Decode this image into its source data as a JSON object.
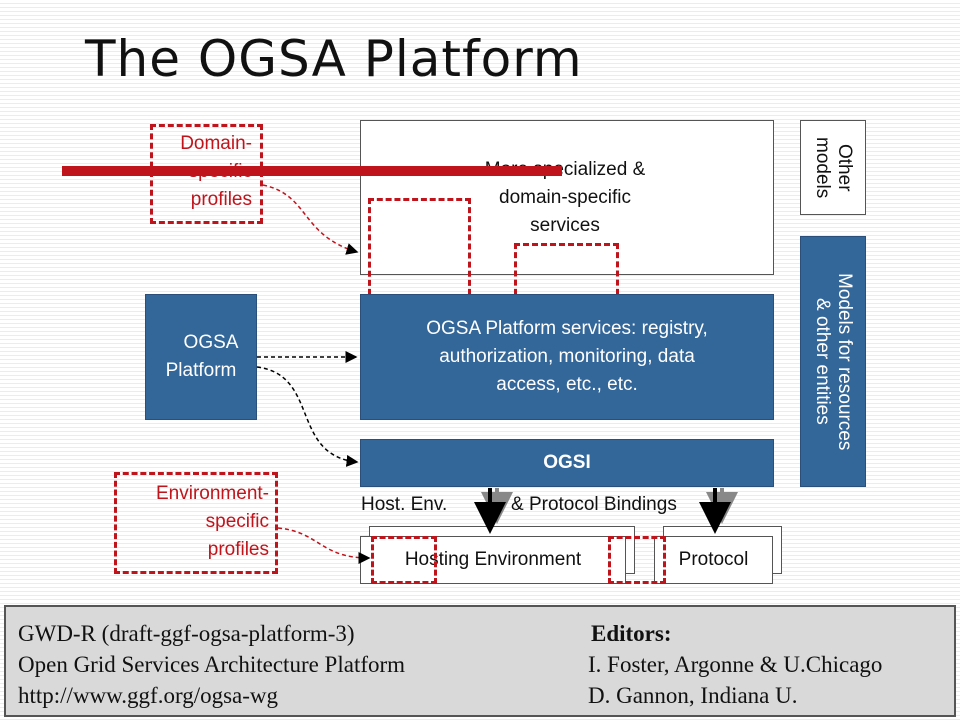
{
  "title": "The OGSA Platform",
  "domain_profiles": {
    "line1": "Domain-",
    "line2": "specific",
    "line3": "profiles"
  },
  "specialized_services": {
    "line1": "More specialized  &",
    "line2": "domain-specific",
    "line3": "services"
  },
  "other_models": {
    "line1": "Other",
    "line2": "models"
  },
  "models_resources": {
    "line1": "Models for resources",
    "line2": "& other entities"
  },
  "ogsa_platform": {
    "line1": "OGSA",
    "line2": "Platform"
  },
  "platform_services": {
    "line1": "OGSA Platform services: registry,",
    "line2": "authorization, monitoring, data",
    "line3": "access, etc., etc."
  },
  "ogsi": "OGSI",
  "bindings": {
    "host_env": "Host. Env.",
    "protocol_bindings": "& Protocol Bindings"
  },
  "env_profiles": {
    "line1": "Environment-",
    "line2": "specific",
    "line3": "profiles"
  },
  "hosting_environment": "Hosting Environment",
  "protocol": "Protocol",
  "footer": {
    "line1_left": "GWD-R (draft-ggf-ogsa-platform-3)",
    "line2_left": "Open Grid Services Architecture Platform",
    "line3_left": "http://www.ggf.org/ogsa-wg",
    "editors_label": "Editors:",
    "editor1": "I. Foster, Argonne & U.Chicago",
    "editor2": "D. Gannon, Indiana U."
  },
  "colors": {
    "blue_box": "#336699",
    "red": "#c0141c"
  }
}
